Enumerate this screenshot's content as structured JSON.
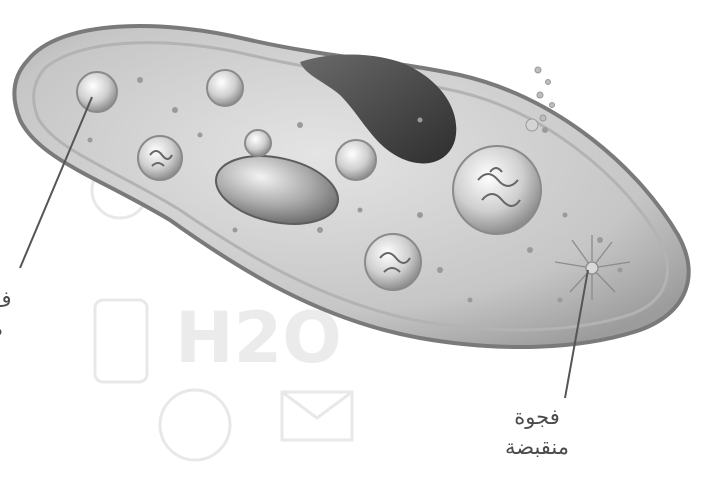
{
  "labels": {
    "left_partial": {
      "line1": "ف",
      "line2": "م"
    },
    "contractile_vacuole": {
      "line1": "فجوة",
      "line2": "منقبضة"
    }
  },
  "watermark_text": "H2O",
  "colors": {
    "cell_fill": "#c9c9c9",
    "cell_outline": "#7a7a7a",
    "leader_line": "#555555",
    "label_text": "#4a4a4a",
    "watermark": "#e6e6e6"
  }
}
